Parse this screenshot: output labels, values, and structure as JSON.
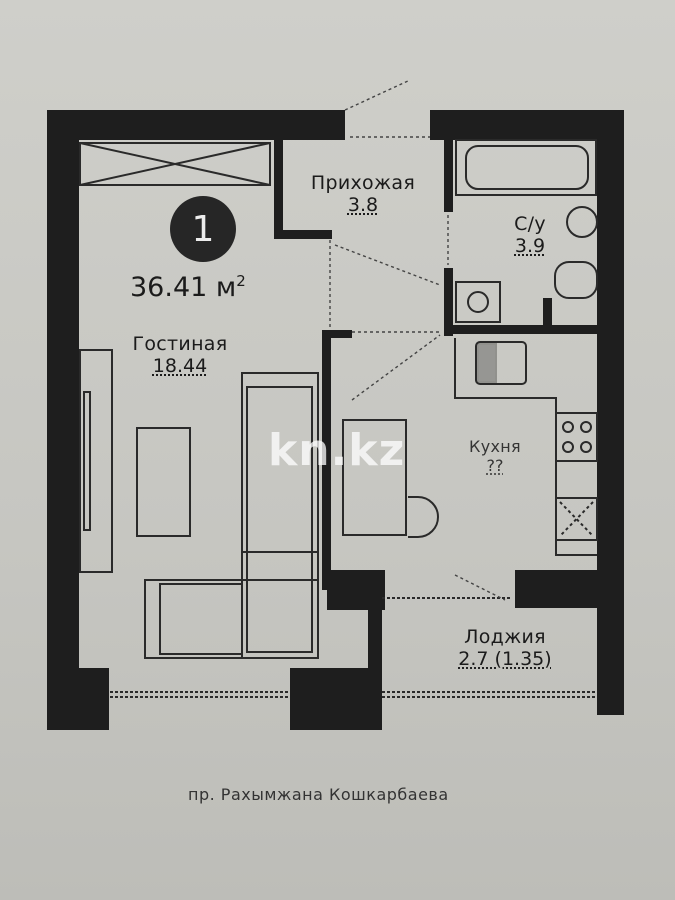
{
  "plan": {
    "apartment_number": "1",
    "total_area": "36.41",
    "total_area_unit": "м",
    "total_area_unit_sup": "2"
  },
  "rooms": [
    {
      "name": "Прихожая",
      "area": "3.8"
    },
    {
      "name": "С/у",
      "area": "3.9"
    },
    {
      "name": "Гостиная",
      "area": "18.44"
    },
    {
      "name": "Кухня",
      "area": "??"
    },
    {
      "name": "Лоджия",
      "area": "2.7 (1.35)"
    }
  ],
  "watermark": "kn.kz",
  "street": "пр. Рахымжана Кошкарбаева"
}
